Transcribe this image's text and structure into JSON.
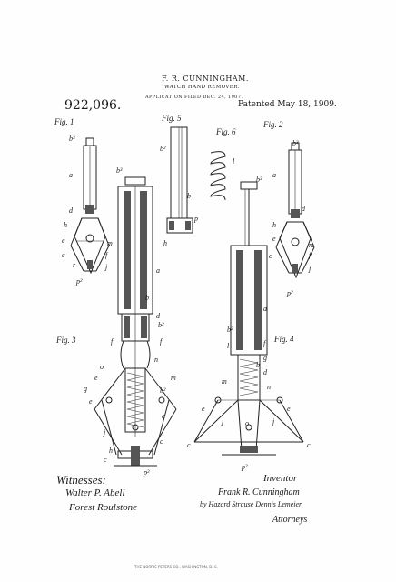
{
  "header": {
    "inventor": "F. R. CUNNINGHAM.",
    "title": "WATCH HAND REMOVER.",
    "application": "APPLICATION FILED DEC. 24, 1907.",
    "patent_number": "922,096.",
    "patented": "Patented May 18, 1909."
  },
  "figures": {
    "fig1": "Fig. 1",
    "fig2": "Fig. 2",
    "fig3": "Fig. 3",
    "fig4": "Fig. 4",
    "fig5": "Fig. 5",
    "fig6": "Fig. 6"
  },
  "signatures": {
    "witnesses_label": "Witnesses:",
    "witness1": "Walter P. Abell",
    "witness2": "Forest Roulstone",
    "inventor_label": "Inventor",
    "inventor_name": "Frank R. Cunningham",
    "attorney_line": "by Hazard Strause Dennis Lemeier",
    "attorneys_label": "Attorneys"
  },
  "footer": {
    "printer": "THE NORRIS PETERS CO., WASHINGTON, D. C."
  }
}
